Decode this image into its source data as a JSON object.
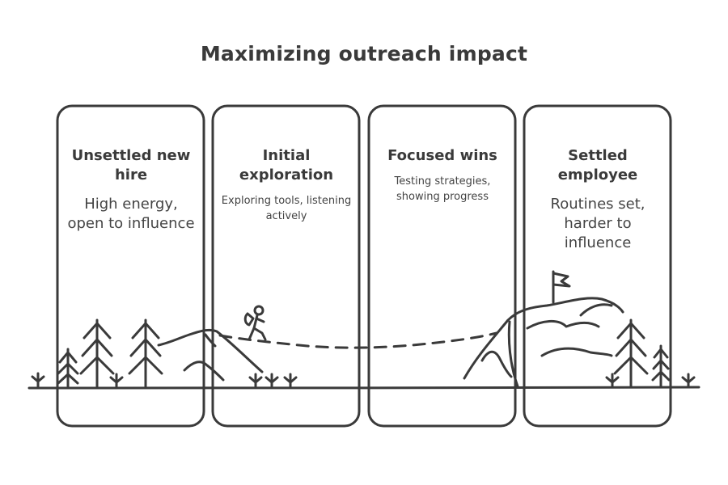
{
  "title": "Maximizing outreach impact",
  "stages": [
    {
      "heading": "Unsettled new hire",
      "description": "High energy, open to influence"
    },
    {
      "heading": "Initial exploration",
      "description": "Exploring tools, listening actively"
    },
    {
      "heading": "Focused wins",
      "description": "Testing strategies, showing progress"
    },
    {
      "heading": "Settled employee",
      "description": "Routines set, harder to influence"
    }
  ],
  "colors": {
    "ink": "#3a3a3a",
    "background": "#ffffff"
  },
  "icons": [
    "pine-tree-icon",
    "grass-tuft-icon",
    "hiker-icon",
    "mountain-icon",
    "summit-flag-icon"
  ]
}
